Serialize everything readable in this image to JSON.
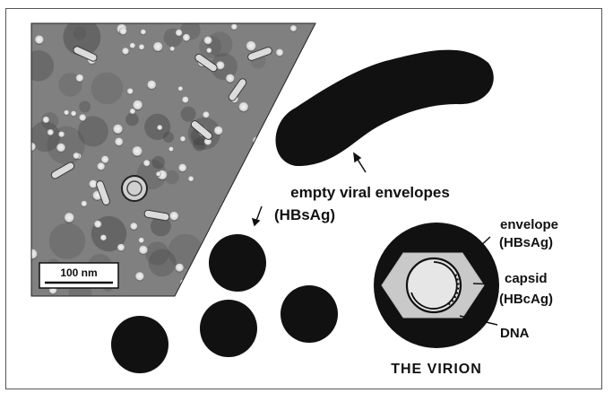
{
  "micrograph": {
    "scale_bar_label": "100 nm"
  },
  "labels": {
    "empty_envelopes_line1": "empty viral envelopes",
    "empty_envelopes_line2": "(HBsAg)",
    "envelope": "envelope",
    "envelope_antigen": "(HBsAg)",
    "capsid": "capsid",
    "capsid_antigen": "(HBcAg)",
    "dna": "DNA",
    "virion_title": "THE VIRION"
  },
  "colors": {
    "particle": "#111111",
    "capsid_fill": "#c9c9c9",
    "core_fill": "#e6e6e6",
    "micrograph_bg": "#8a8a8a",
    "frame": "#555555"
  }
}
